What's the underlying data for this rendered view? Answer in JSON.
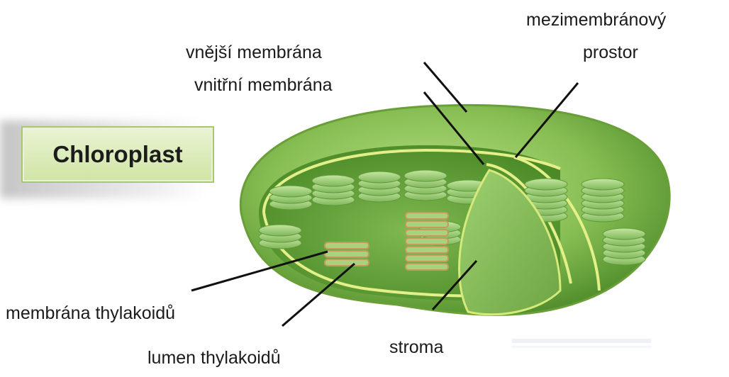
{
  "title": "Chloroplast",
  "labels": {
    "outer_membrane": "vnější membrána",
    "inner_membrane": "vnitřní membrána",
    "intermembrane_space_line1": "mezimembránový",
    "intermembrane_space_line2": "prostor",
    "thylakoid_membrane": "membrána thylakoidů",
    "thylakoid_lumen": "lumen thylakoidů",
    "stroma": "stroma"
  },
  "colors": {
    "organelle_outer": "#8fc25a",
    "organelle_inner": "#6aa53a",
    "membrane_line": "#e3f08a",
    "thylakoid": "#9ccd76",
    "lumen_outline": "#c89a5a",
    "title_box": "#d8eab7",
    "leader_line": "#111111"
  }
}
